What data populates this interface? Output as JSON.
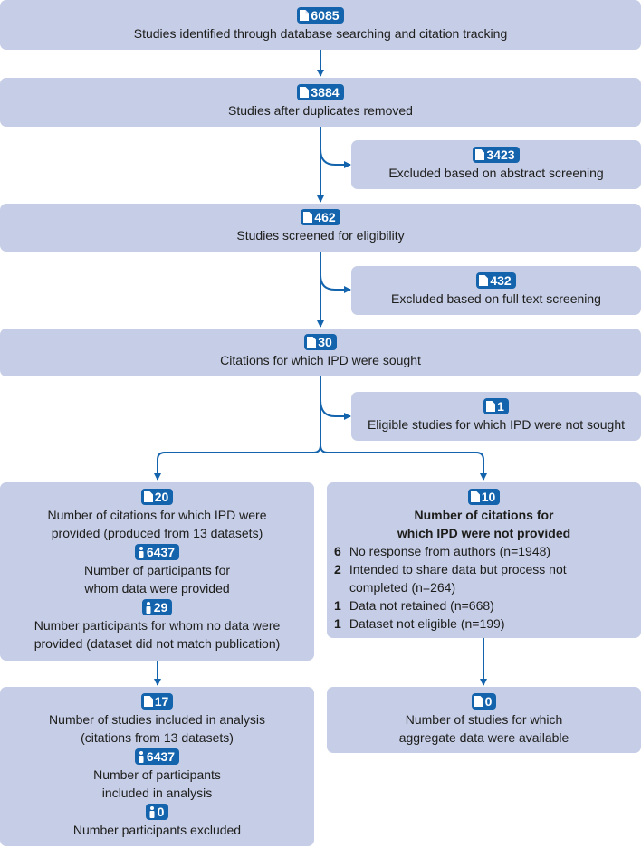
{
  "boxes": {
    "identified": {
      "count": "6085",
      "count_icon": "document-icon",
      "label": "Studies identified through database searching and citation tracking"
    },
    "after_duplicates": {
      "count": "3884",
      "count_icon": "document-icon",
      "label": "Studies after duplicates removed"
    },
    "excluded_abstract": {
      "count": "3423",
      "count_icon": "document-icon",
      "label": "Excluded based on abstract screening"
    },
    "screened": {
      "count": "462",
      "count_icon": "document-icon",
      "label": "Studies screened for eligibility"
    },
    "excluded_fulltext": {
      "count": "432",
      "count_icon": "document-icon",
      "label": "Excluded based on full text screening"
    },
    "sought": {
      "count": "30",
      "count_icon": "document-icon",
      "label": "Citations for which IPD were sought"
    },
    "not_sought": {
      "count": "1",
      "count_icon": "document-icon",
      "label": "Eligible studies for which IPD were not sought"
    },
    "provided": {
      "count": "20",
      "count_icon": "document-icon",
      "label_line1": "Number of citations for which IPD were",
      "label_line2": "provided (produced from 13 datasets)",
      "participants_count": "6437",
      "participants_icon": "person-icon",
      "participants_line1": "Number of participants for",
      "participants_line2": "whom data were provided",
      "nodata_count": "29",
      "nodata_icon": "person-icon",
      "nodata_line1": "Number participants for whom no data were",
      "nodata_line2": "provided (dataset did not match publication)"
    },
    "not_provided": {
      "count": "10",
      "count_icon": "document-icon",
      "title_line1": "Number of citations for",
      "title_line2": "which IPD were not provided",
      "reasons": [
        {
          "n": "6",
          "text": "No response from authors (n=1948)"
        },
        {
          "n": "2",
          "text": "Intended to share data but process not",
          "cont": "completed (n=264)"
        },
        {
          "n": "1",
          "text": "Data not retained (n=668)"
        },
        {
          "n": "1",
          "text": "Dataset not eligible (n=199)"
        }
      ]
    },
    "included": {
      "count": "17",
      "count_icon": "document-icon",
      "label_line1": "Number of studies included in analysis",
      "label_line2": "(citations from 13 datasets)",
      "participants_count": "6437",
      "participants_icon": "person-icon",
      "participants_line1": "Number of participants",
      "participants_line2": "included in analysis",
      "excluded_count": "0",
      "excluded_icon": "person-icon",
      "excluded_label": "Number participants excluded"
    },
    "aggregate": {
      "count": "0",
      "count_icon": "document-icon",
      "label_line1": "Number of studies for which",
      "label_line2": "aggregate data were available"
    }
  },
  "colors": {
    "box": "#c6cde6",
    "badge": "#1463ad",
    "arrow": "#1463ad",
    "text": "#1d1d1b"
  }
}
